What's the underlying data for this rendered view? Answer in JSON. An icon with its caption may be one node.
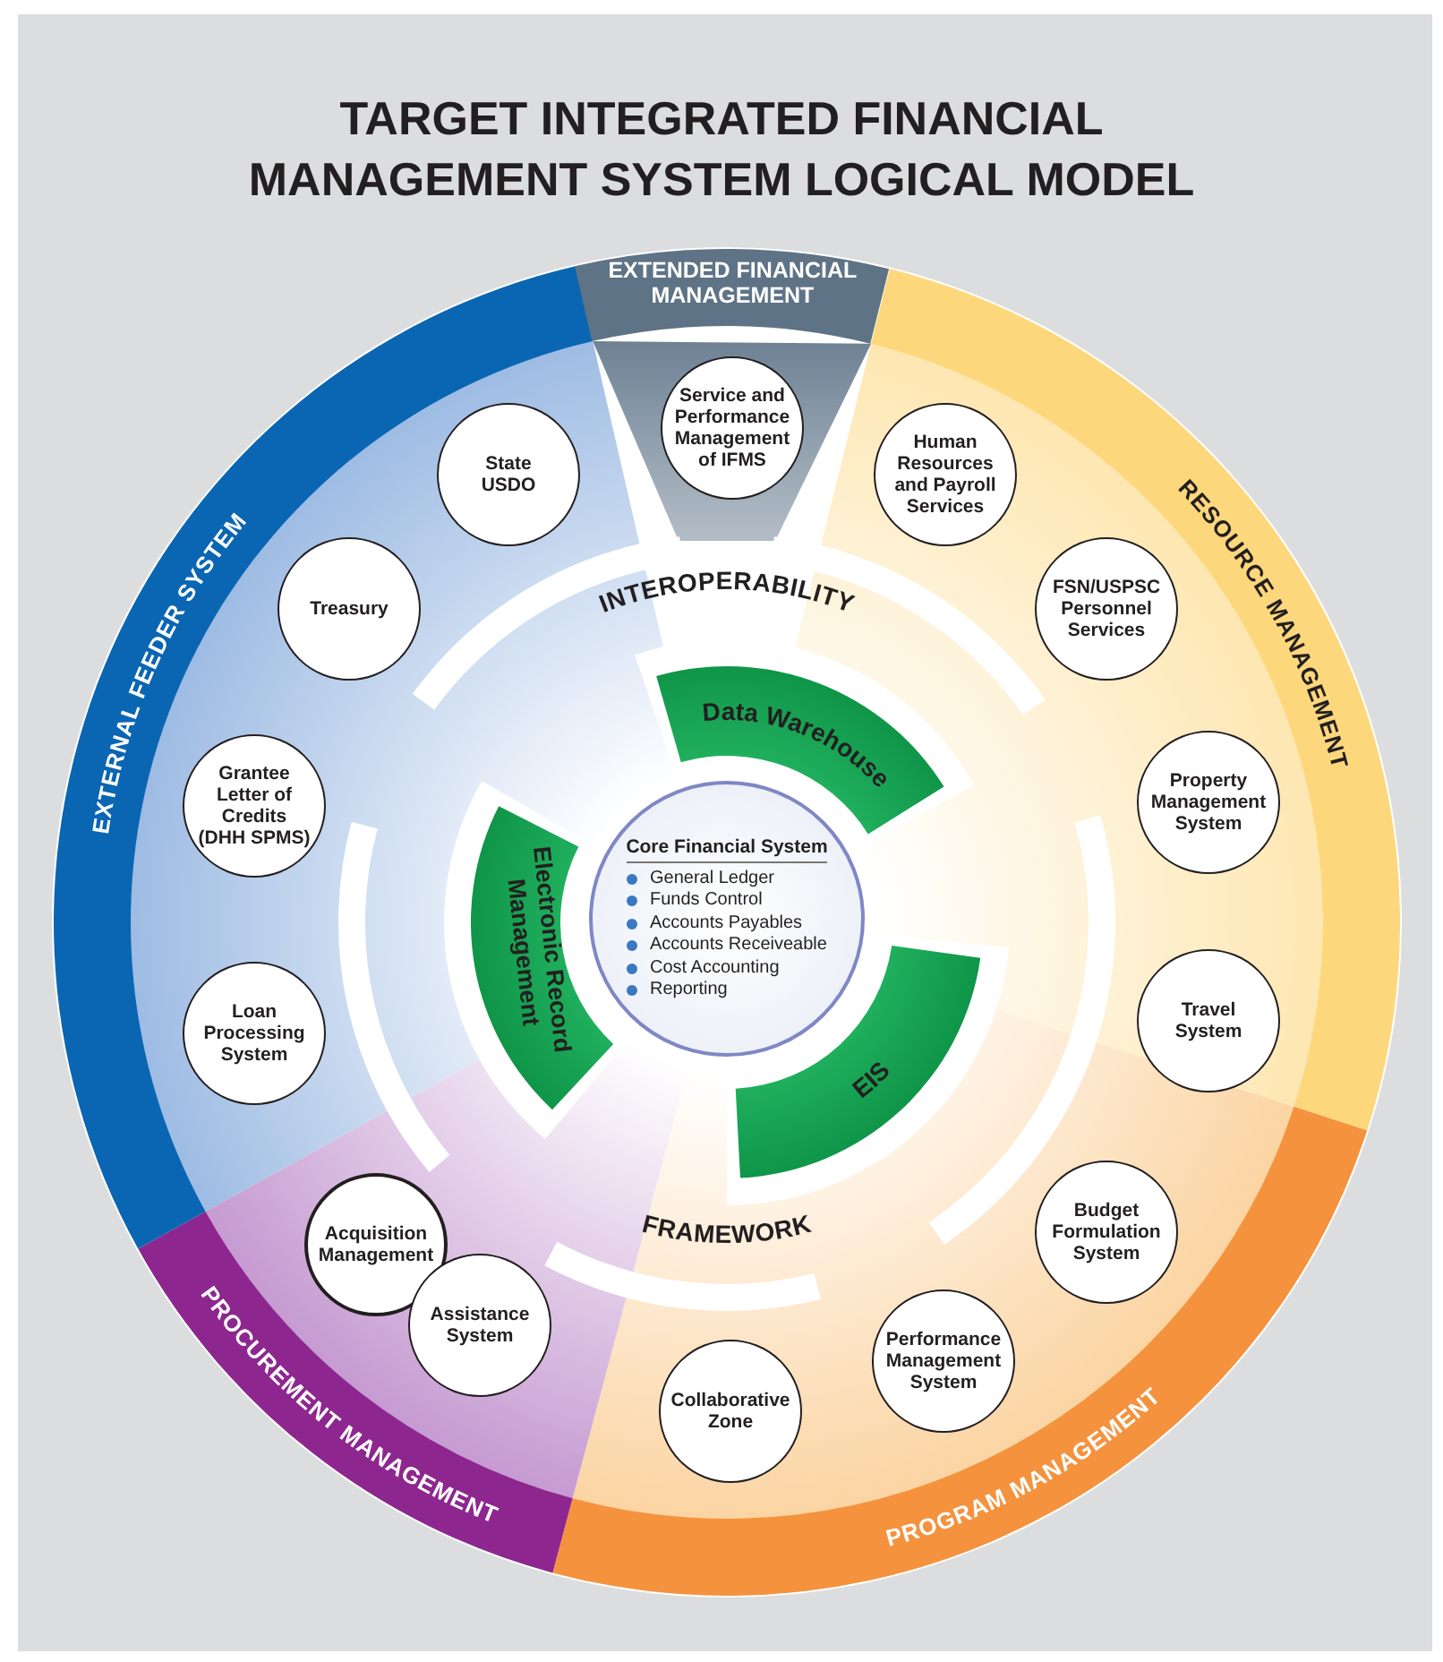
{
  "diagram": {
    "title": "TARGET INTEGRATED FINANCIAL MANAGEMENT SYSTEM LOGICAL MODEL",
    "nodes": [
      {
        "text": [
          "EXTENDED FINANCIAL MANAGEMENT"
        ]
      },
      {
        "text": [
          "RESOURCE MANAGEMENT"
        ]
      },
      {
        "text": [
          "PROGRAM MANAGEMENT"
        ]
      },
      {
        "text": [
          "PROCUREMENT MANAGEMENT"
        ]
      },
      {
        "text": [
          "EXTERNAL FEEDER SYSTEM"
        ]
      },
      {
        "text": [
          "Service and Performance Management of IFMS"
        ]
      },
      {
        "text": [
          "State USDO"
        ]
      },
      {
        "text": [
          "Human Resources and Payroll Services"
        ]
      },
      {
        "text": [
          "Treasury"
        ]
      },
      {
        "text": [
          "FSN/USPSC Personnel Services"
        ]
      },
      {
        "text": [
          "Grantee Letter of Credits (DHH SPMS)"
        ]
      },
      {
        "text": [
          "Property Management System"
        ]
      },
      {
        "text": [
          "Data Warehouse"
        ]
      },
      {
        "text": [
          "Core Financial System",
          "General Ledger",
          "Funds Control",
          "Accounts Payables",
          "Accounts Receiveable",
          "Cost Accounting",
          "Reporting"
        ]
      },
      {
        "text": [
          "Electronic Record Management"
        ]
      },
      {
        "text": [
          "Loan Processing System"
        ]
      },
      {
        "text": [
          "Travel System"
        ]
      },
      {
        "text": [
          "EIS"
        ]
      },
      {
        "text": [
          "Budget Formulation System"
        ]
      },
      {
        "text": [
          "Acquisition Management"
        ]
      },
      {
        "text": [
          "Assistance System"
        ]
      },
      {
        "text": [
          "Performance Management System"
        ]
      },
      {
        "text": [
          "Collaborative Zone"
        ]
      }
    ],
    "labels": [
      "INTEROPERABILITY",
      "FRAMEWORK"
    ]
  }
}
